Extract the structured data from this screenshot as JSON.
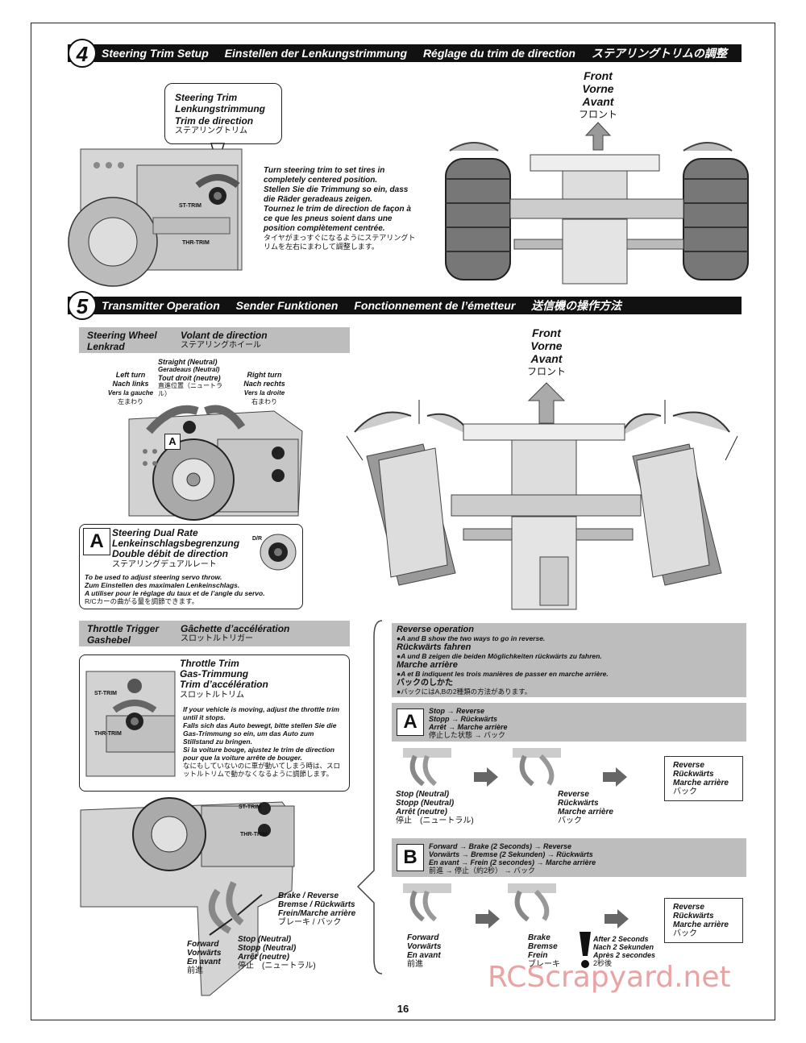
{
  "step4": {
    "number": "4",
    "titles": [
      "Steering Trim Setup",
      "Einstellen der Lenkungstrimmung",
      "Réglage du trim de direction",
      "ステアリングトリムの調整"
    ],
    "callout": [
      "Steering Trim",
      "Lenkungstrimmung",
      "Trim de direction",
      "ステアリングトリム"
    ],
    "st_trim": "ST-TRIM",
    "thr_trim": "THR-TRIM",
    "instructions": {
      "en": "Turn steering trim to set tires in completely centered position.",
      "de": "Stellen Sie die Trimmung so ein, dass die Räder geradeaus zeigen.",
      "fr": "Tournez le trim de direction de façon à ce que les pneus soient dans une position complètement centrée.",
      "jp": "タイヤがまっすぐになるようにステアリングトリムを左右にまわして調整します。"
    },
    "front": [
      "Front",
      "Vorne",
      "Avant",
      "フロント"
    ]
  },
  "step5": {
    "number": "5",
    "titles": [
      "Transmitter Operation",
      "Sender Funktionen",
      "Fonctionnement de l’émetteur",
      "送信機の操作方法"
    ],
    "steering_wheel_header": {
      "en": "Steering Wheel",
      "de": "Lenkrad",
      "fr": "Volant de direction",
      "jp": "ステアリングホイール"
    },
    "straight": [
      "Straight (Neutral)",
      "Geradeaus (Neutral)",
      "Tout droit (neutre)",
      "直進位置（ニュートラル）"
    ],
    "left_turn": [
      "Left turn",
      "Nach links",
      "Vers la gauche",
      "左まわり"
    ],
    "right_turn": [
      "Right turn",
      "Nach rechts",
      "Vers la droite",
      "右まわり"
    ],
    "marker_a": "A",
    "dual_rate": {
      "letter": "A",
      "titles": [
        "Steering Dual Rate",
        "Lenkeinschlagsbegrenzung",
        "Double débit de direction",
        "ステアリングデュアルレート"
      ],
      "knob": "D/R",
      "notes": [
        "To be used to adjust steering servo throw.",
        "Zum Einstellen des maximalen Lenkeinschlags.",
        "A utiliser pour le réglage du taux et de l’angle du servo.",
        "R/Cカーの曲がる量を調節できます。"
      ]
    },
    "front": [
      "Front",
      "Vorne",
      "Avant",
      "フロント"
    ],
    "throttle_header": {
      "en": "Throttle Trigger",
      "de": "Gashebel",
      "fr": "Gâchette d’accélération",
      "jp": "スロットルトリガー"
    },
    "throttle_trim": {
      "titles": [
        "Throttle Trim",
        "Gas-Trimmung",
        "Trim d’accélération",
        "スロットルトリム"
      ],
      "st_trim": "ST-TRIM",
      "thr_trim": "THR-TRIM",
      "notes": {
        "en": "If your vehicle is moving, adjust the throttle trim until it stops.",
        "de": "Falls sich das Auto bewegt, bitte stellen Sie die Gas-Trimmung so ein, um das Auto zum Stillstand zu bringen.",
        "fr": "Si la voiture bouge, ajustez le trim de direction pour que la voiture arrête de bouger.",
        "jp": "なにもしていないのに車が動いてしまう時は、スロットルトリムで動かなくなるように調節します。"
      }
    },
    "trigger": {
      "st_trim": "ST-TRIM",
      "thr_trim": "THR-TRIM",
      "brake": [
        "Brake / Reverse",
        "Bremse / Rückwärts",
        "Frein/Marche arrière",
        "ブレーキ / バック"
      ],
      "stop": [
        "Stop (Neutral)",
        "Stopp (Neutral)",
        "Arrêt (neutre)",
        "停止　(ニュートラル)"
      ],
      "forward": [
        "Forward",
        "Vorwärts",
        "En avant",
        "前進"
      ]
    },
    "reverse": {
      "header": [
        "Reverse operation",
        "●A and B show the two ways to go in reverse.",
        "Rückwärts fahren",
        "●A und B zeigen die beiden Möglichkeiten rückwärts zu fahren.",
        "Marche arrière",
        "●A et B indiquent les trois manières de passer en marche arrière.",
        "バックのしかた",
        "●バックにはA,Bの2種類の方法があります。"
      ],
      "A": {
        "letter": "A",
        "seq": [
          "Stop → Reverse",
          "Stopp → Rückwärts",
          "Arrêt → Marche arrière",
          "停止した状態 → バック"
        ],
        "stop": [
          "Stop (Neutral)",
          "Stopp (Neutral)",
          "Arrêt (neutre)",
          "停止　(ニュートラル)"
        ],
        "reverse": [
          "Reverse",
          "Rückwärts",
          "Marche arrière",
          "バック"
        ],
        "result": [
          "Reverse",
          "Rückwärts",
          "Marche arrière",
          "バック"
        ]
      },
      "B": {
        "letter": "B",
        "seq": [
          "Forward → Brake (2 Seconds) → Reverse",
          "Vorwärts → Bremse (2 Sekunden) → Rückwärts",
          "En avant → Frein (2 secondes) → Marche arrière",
          "前進 → 停止（約2秒） → バック"
        ],
        "forward": [
          "Forward",
          "Vorwärts",
          "En avant",
          "前進"
        ],
        "brake": [
          "Brake",
          "Bremse",
          "Frein",
          "ブレーキ"
        ],
        "after": [
          "After 2 Seconds",
          "Nach 2 Sekunden",
          "Après 2 secondes",
          "2秒後"
        ],
        "result": [
          "Reverse",
          "Rückwärts",
          "Marche arrière",
          "バック"
        ]
      }
    }
  },
  "page_number": "16",
  "watermark": "RCScrapyard.net",
  "colors": {
    "header_black": "#111111",
    "section_gray": "#bdbdbd",
    "watermark": "#e9a3a3"
  }
}
